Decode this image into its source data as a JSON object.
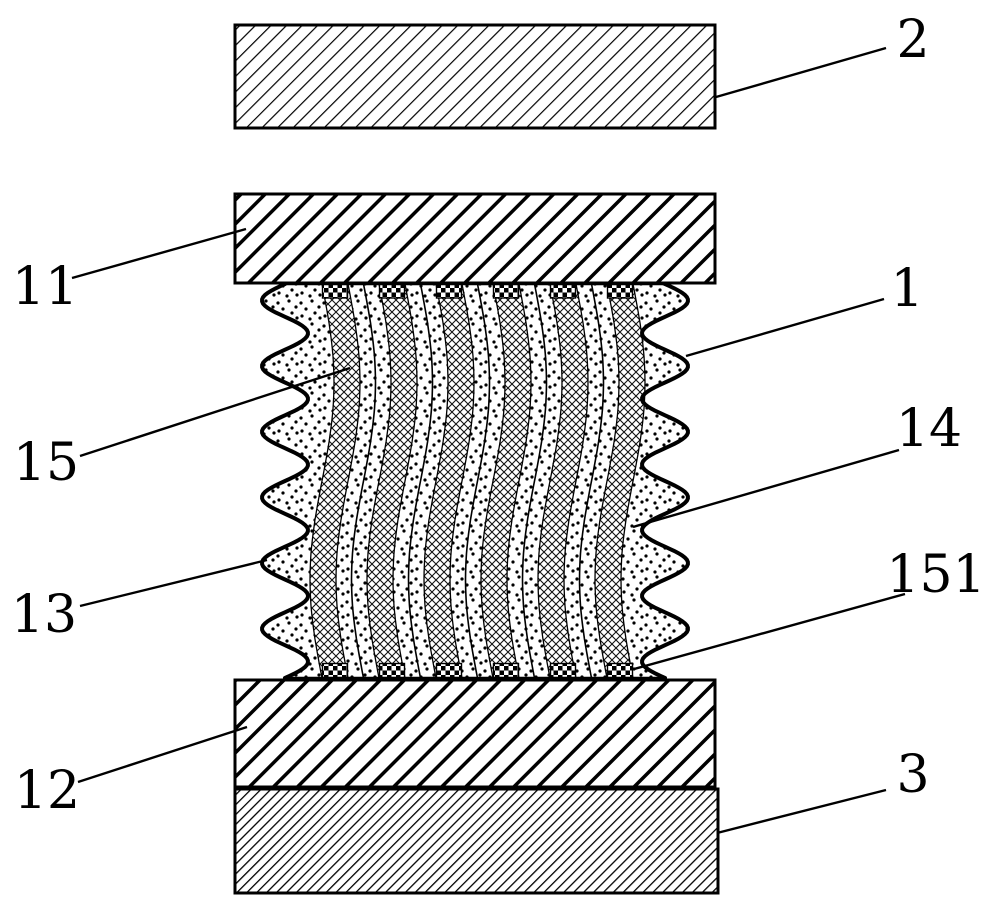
{
  "figure_labels": {
    "top_plate": "2",
    "upper_electrode": "11",
    "bellows_side_right": "1",
    "fiber_band": "15",
    "dotted_matrix": "14",
    "bellows_side_left": "13",
    "end_pad": "151",
    "lower_electrode": "12",
    "base_plate": "3"
  },
  "colors": {
    "ink": "#000000",
    "paper": "#ffffff"
  }
}
